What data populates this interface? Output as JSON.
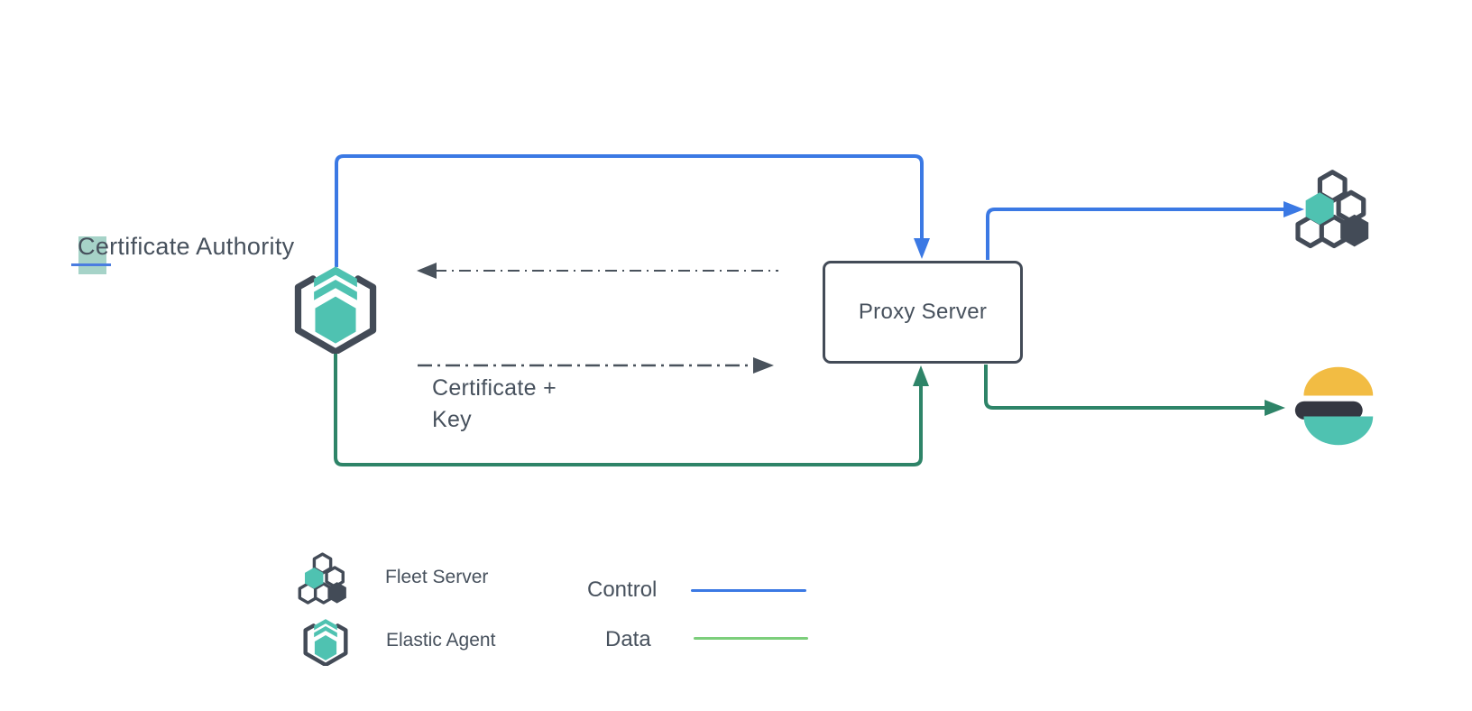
{
  "diagram": {
    "certificate_authority": {
      "highlighted_char": "C",
      "rest_of_label": "ertificate Authority"
    },
    "proxy_server_label": "Proxy Server",
    "certificate_key": {
      "line1": "Certificate +",
      "line2": "Key"
    },
    "legend": {
      "fleet_server_label": "Fleet Server",
      "elastic_agent_label": "Elastic Agent",
      "control_label": "Control",
      "data_label": "Data"
    },
    "icons": {
      "elastic_agent": "elastic-agent-icon",
      "fleet_server": "fleet-server-icon",
      "elasticsearch": "elasticsearch-icon"
    },
    "colors": {
      "control_blue": "#3B79E4",
      "data_green": "#2E8468",
      "legend_data_green": "#7CCE7B",
      "teal": "#4FC2B1",
      "charcoal": "#434B57",
      "es_yellow": "#F2BC43",
      "es_dark": "#343741",
      "text": "#47515D",
      "highlight_teal": "#A6D3C8",
      "caret_blue": "#4A7DE0",
      "connector_gray": "#49525C"
    }
  }
}
